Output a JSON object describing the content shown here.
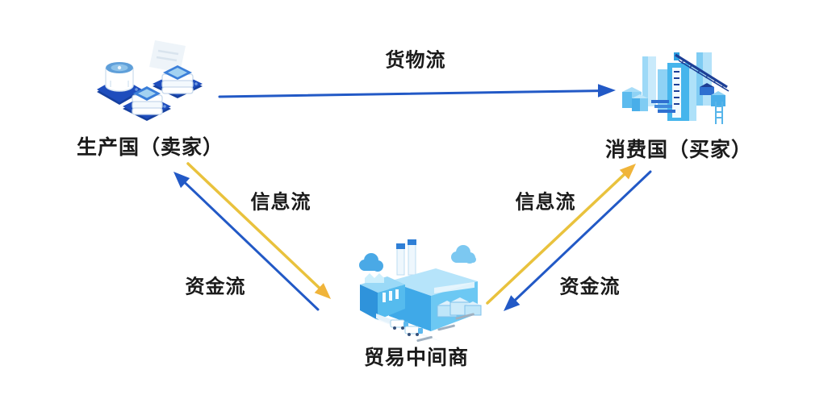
{
  "diagram": {
    "nodes": {
      "producer": {
        "label": "生产国（卖家）",
        "icon": "server-cluster-icon"
      },
      "consumer": {
        "label": "消费国（买家）",
        "icon": "city-buildings-icon"
      },
      "intermediary": {
        "label": "贸易中间商",
        "icon": "factory-icon"
      }
    },
    "flows": {
      "goods": {
        "label": "货物流",
        "from": "producer",
        "to": "consumer",
        "color": "blue"
      },
      "info_left": {
        "label": "信息流",
        "from": "producer",
        "to": "intermediary",
        "color": "yellow"
      },
      "funds_left": {
        "label": "资金流",
        "from": "intermediary",
        "to": "producer",
        "color": "blue"
      },
      "info_right": {
        "label": "信息流",
        "from": "intermediary",
        "to": "consumer",
        "color": "yellow"
      },
      "funds_right": {
        "label": "资金流",
        "from": "consumer",
        "to": "intermediary",
        "color": "blue"
      }
    },
    "colors": {
      "arrow_blue": "#2259c6",
      "arrow_yellow": "#e9c23d",
      "arrowhead_yellow": "#f0b43a",
      "text": "#1b1b1b",
      "platform_navy": "#1e4dbd",
      "building_blue": "#4fb8ee"
    }
  }
}
